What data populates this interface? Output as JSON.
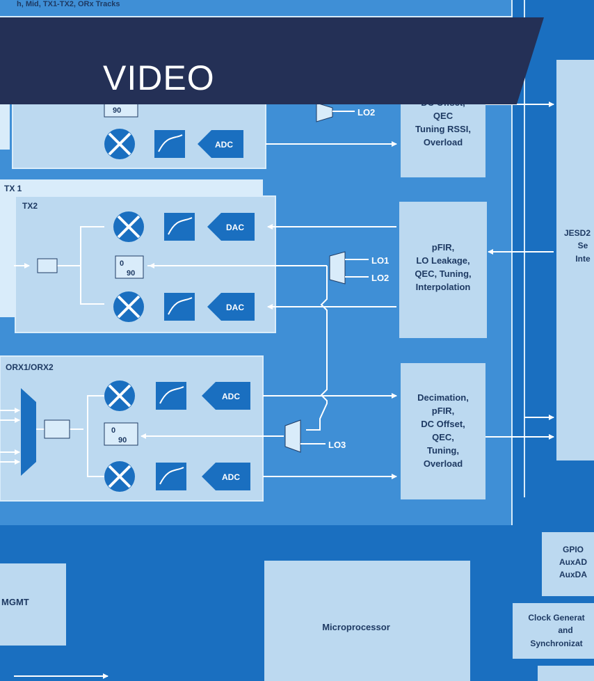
{
  "banner": {
    "label": "VIDEO"
  },
  "top_cut_text": "h, Mid, TX1-TX2, ORx Tracks",
  "sections": {
    "tx1": "TX 1",
    "tx2": "TX2",
    "orx": "ORX1/ORX2",
    "mgmt": "MGMT"
  },
  "badges": {
    "adc": "ADC",
    "dac": "DAC"
  },
  "phase": {
    "zero": "0",
    "ninety": "90"
  },
  "lo": {
    "lo1": "LO1",
    "lo2": "LO2",
    "lo3": "LO3",
    "lo_tx1": "LO1",
    "lo_tx2": "LO2"
  },
  "rx_block": [
    "DC Offset,",
    "QEC",
    "Tuning RSSI,",
    "Overload"
  ],
  "tx_block": [
    "pFIR,",
    "LO Leakage,",
    "QEC, Tuning,",
    "Interpolation"
  ],
  "orx_block": [
    "Decimation,",
    "pFIR,",
    "DC Offset,",
    "QEC,",
    "Tuning,",
    "Overload"
  ],
  "jesd_block": [
    "JESD2",
    "Se",
    "Inte"
  ],
  "gpio_block": [
    "GPIO",
    "AuxAD",
    "AuxDA"
  ],
  "clock_block": [
    "Clock Generat",
    "and",
    "Synchronizat"
  ],
  "microprocessor": "Microprocessor"
}
